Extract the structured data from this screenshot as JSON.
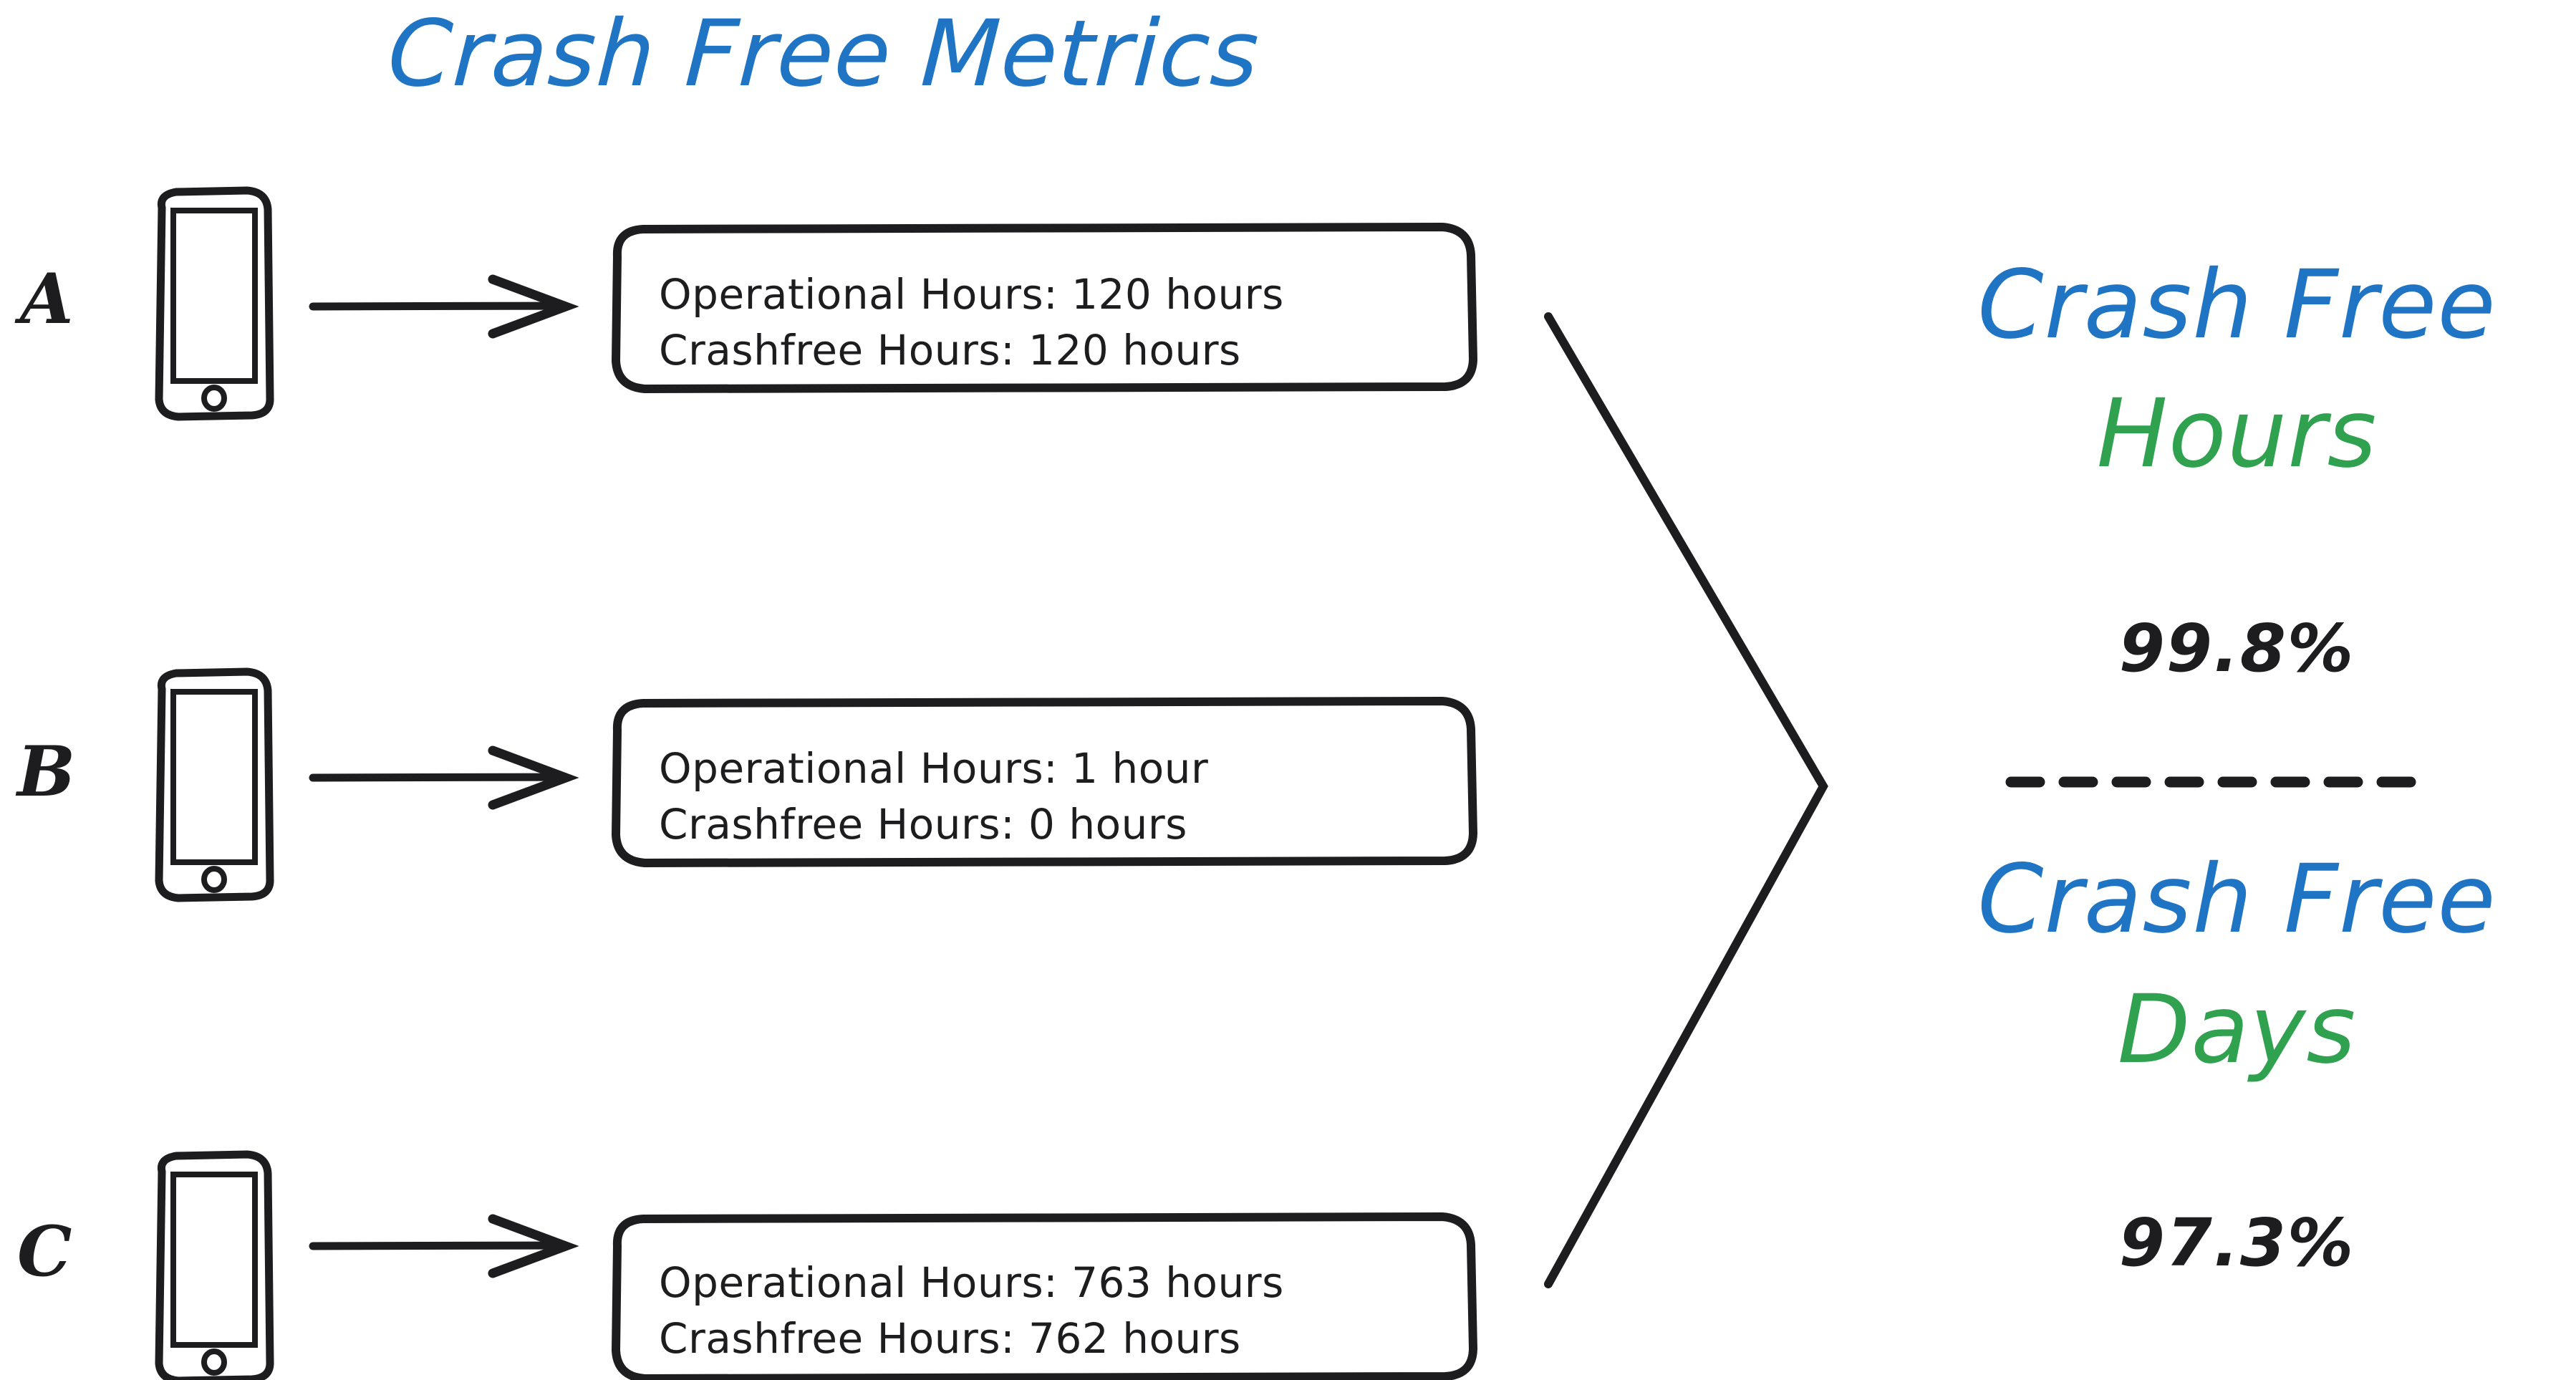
{
  "page": {
    "title": "Crash Free Metrics",
    "background_color": "#ffffff",
    "accent_blue": "#1f75c4",
    "accent_green": "#30a14e",
    "ink_black": "#1d1d1f"
  },
  "devices": [
    {
      "label": "A",
      "icon": "mobile-phone-icon",
      "arrow": "arrow-right-icon",
      "metrics": {
        "operational_hours_line": "Operational Hours: 120 hours",
        "crashfree_hours_line": "Crashfree Hours: 120 hours",
        "operational_hours": 120,
        "crashfree_hours": 120
      }
    },
    {
      "label": "B",
      "icon": "mobile-phone-icon",
      "arrow": "arrow-right-icon",
      "metrics": {
        "operational_hours_line": "Operational Hours: 1 hour",
        "crashfree_hours_line": "Crashfree Hours: 0 hours",
        "operational_hours": 1,
        "crashfree_hours": 0
      }
    },
    {
      "label": "C",
      "icon": "mobile-phone-icon",
      "arrow": "arrow-right-icon",
      "metrics": {
        "operational_hours_line": "Operational Hours: 763 hours",
        "crashfree_hours_line": "Crashfree Hours: 762 hours",
        "operational_hours": 763,
        "crashfree_hours": 762
      }
    }
  ],
  "connector": {
    "icon": "chevron-right-bracket"
  },
  "results": [
    {
      "title": "Crash Free",
      "subtitle": "Hours",
      "value": "99.8%",
      "title_color": "#1f75c4",
      "subtitle_color": "#30a14e",
      "value_color": "#1d1d1f"
    },
    {
      "title": "Crash Free",
      "subtitle": "Days",
      "value": "97.3%",
      "title_color": "#1f75c4",
      "subtitle_color": "#30a14e",
      "value_color": "#1d1d1f"
    }
  ],
  "divider": {
    "icon": "dashed-divider"
  }
}
